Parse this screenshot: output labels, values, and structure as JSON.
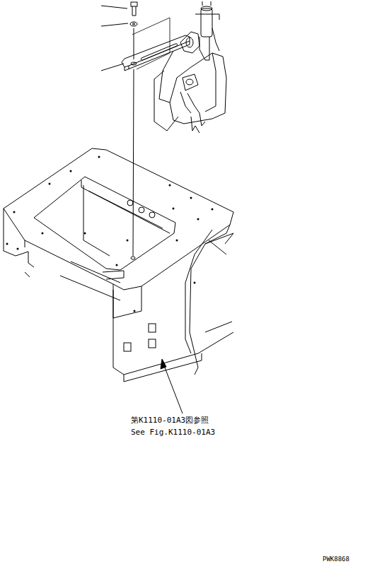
{
  "diagram": {
    "labels": [
      "第K1110-01A3図参照",
      "See Fig.K1110-01A3",
      "PWK8868"
    ]
  }
}
